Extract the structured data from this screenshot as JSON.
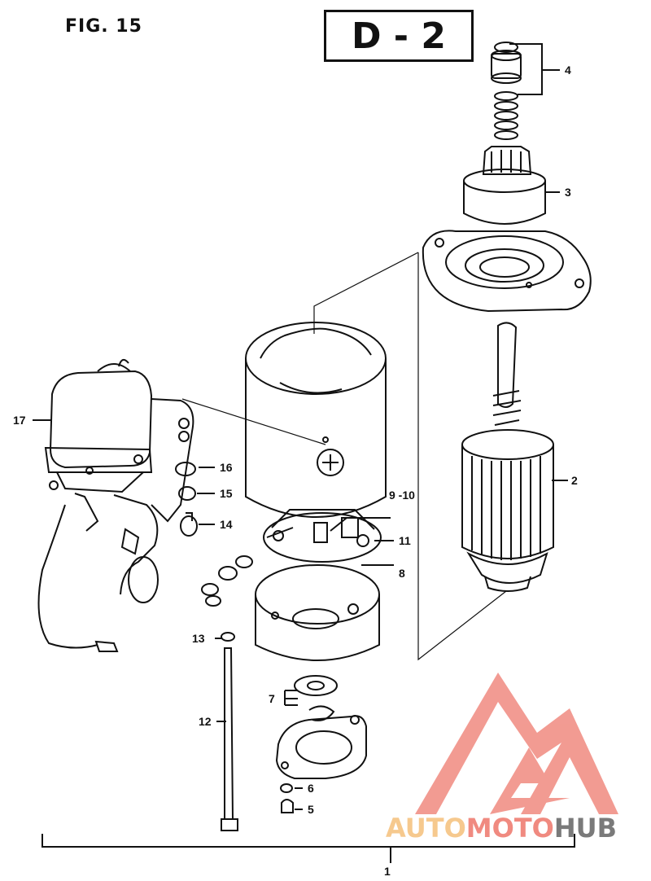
{
  "figure": {
    "title": "FIG. 15",
    "section": "D - 2"
  },
  "callouts": [
    {
      "id": "c1",
      "label": "1"
    },
    {
      "id": "c2",
      "label": "2"
    },
    {
      "id": "c3",
      "label": "3"
    },
    {
      "id": "c4",
      "label": "4"
    },
    {
      "id": "c5",
      "label": "5"
    },
    {
      "id": "c6",
      "label": "6"
    },
    {
      "id": "c7",
      "label": "7"
    },
    {
      "id": "c8",
      "label": "8"
    },
    {
      "id": "c9",
      "label": "9 -10"
    },
    {
      "id": "c11",
      "label": "11"
    },
    {
      "id": "c12",
      "label": "12"
    },
    {
      "id": "c13",
      "label": "13"
    },
    {
      "id": "c14",
      "label": "14"
    },
    {
      "id": "c15",
      "label": "15"
    },
    {
      "id": "c16",
      "label": "16"
    },
    {
      "id": "c17",
      "label": "17"
    }
  ],
  "watermark": {
    "part1": "AUTO",
    "part2": "MOTO",
    "part3": "HUB"
  },
  "colors": {
    "line": "#111111",
    "logo_red": "#f08a80",
    "logo_gold": "#f6c98e",
    "logo_gray": "#7a7a7a"
  }
}
